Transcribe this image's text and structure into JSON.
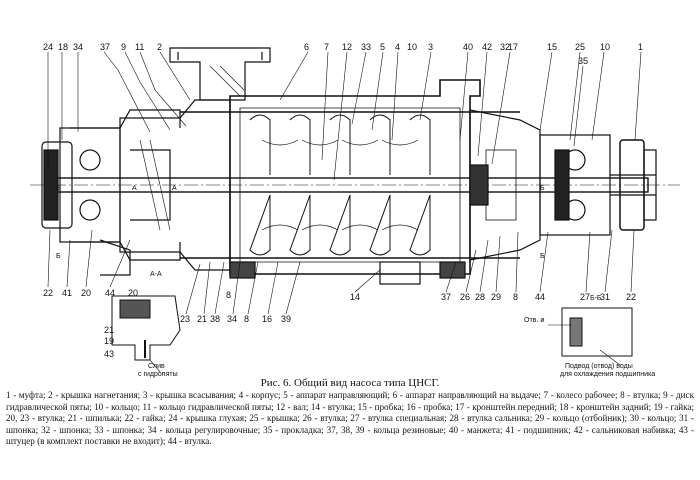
{
  "figure": {
    "caption": "Рис. 6. Общий вид насоса типа ЦНСГ.",
    "legend_text": "1 - муфта; 2 - крышка нагнетания; 3 - крышка всасывания; 4 - корпус; 5 - аппарат направляющий; 6 - аппарат направляющий на выдаче; 7 - колесо рабочее; 8 - втулка; 9 - диск гидравлической пяты; 10 - кольцо; 11 - кольцо гидравлической пяты; 12 - вал; 14 - втулка; 15 - пробка; 16 - пробка; 17 - кронштейн передний; 18 - кронштейн задний; 19 - гайка; 20, 23 - втулка; 21 - шпилька; 22 - гайка; 24 - крышка глухая; 25 - крышка; 26 - втулка; 27 - втулка специальная; 28 - втулка сальника; 29 - кольцо (отбойник); 30 - кольцо; 31 - шпонка; 32 - шпонка; 33 - шпонка; 34 - кольца регулировочные; 35 - прокладка; 37, 38, 39 - кольца резиновые; 40 - манжета; 41 - подшипник; 42 - сальниковая набивка; 43 - штуцер (в комплект поставки не входит); 44 - втулка."
  },
  "callouts_top": [
    "24",
    "18",
    "34",
    "37",
    "9",
    "11",
    "2",
    "6",
    "7",
    "12",
    "33",
    "5",
    "4",
    "10",
    "3",
    "40",
    "42",
    "32",
    "17",
    "15",
    "25",
    "35",
    "10",
    "1"
  ],
  "callouts_bottom": [
    "22",
    "41",
    "20",
    "44",
    "23",
    "21",
    "38",
    "34",
    "8",
    "16",
    "39",
    "14",
    "37",
    "26",
    "28",
    "29",
    "8",
    "44",
    "27",
    "31",
    "22"
  ],
  "callouts_extra": [
    "8",
    "19",
    "43",
    "21",
    "20"
  ],
  "section_labels": {
    "aa_title": "А-А",
    "bb_title": "Б-Б",
    "a_marks": [
      "А",
      "А"
    ],
    "b_marks": [
      "Б",
      "Б",
      "Б",
      "Б"
    ],
    "drain_note_1": "Слив",
    "drain_note_2": "с гидропяты",
    "gland_note": "Отв. ø",
    "supply_note_1": "Подвод (отвод) воды",
    "supply_note_2": "для охлаждения подшипника"
  }
}
